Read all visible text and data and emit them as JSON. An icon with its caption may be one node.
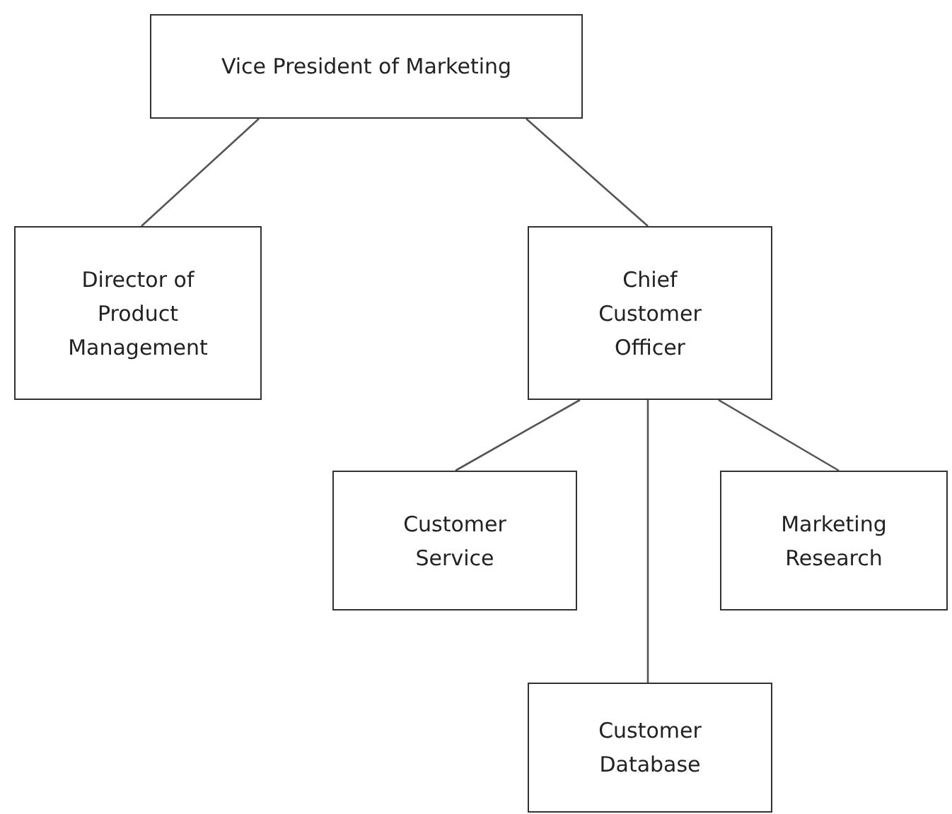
{
  "diagram": {
    "nodes": [
      {
        "text": [
          "Vice President of Marketing"
        ]
      },
      {
        "text": [
          "Director of Product Management"
        ]
      },
      {
        "text": [
          "Chief Customer Officer"
        ]
      },
      {
        "text": [
          "Customer Service"
        ]
      },
      {
        "text": [
          "Marketing Research"
        ]
      },
      {
        "text": [
          "Customer Database"
        ]
      }
    ],
    "edges": [
      {
        "from": 0,
        "to": 1,
        "arrow": "none"
      },
      {
        "from": 0,
        "to": 2,
        "arrow": "none"
      },
      {
        "from": 2,
        "to": 3,
        "arrow": "none"
      },
      {
        "from": 2,
        "to": 5,
        "arrow": "none"
      },
      {
        "from": 2,
        "to": 4,
        "arrow": "none"
      }
    ]
  }
}
